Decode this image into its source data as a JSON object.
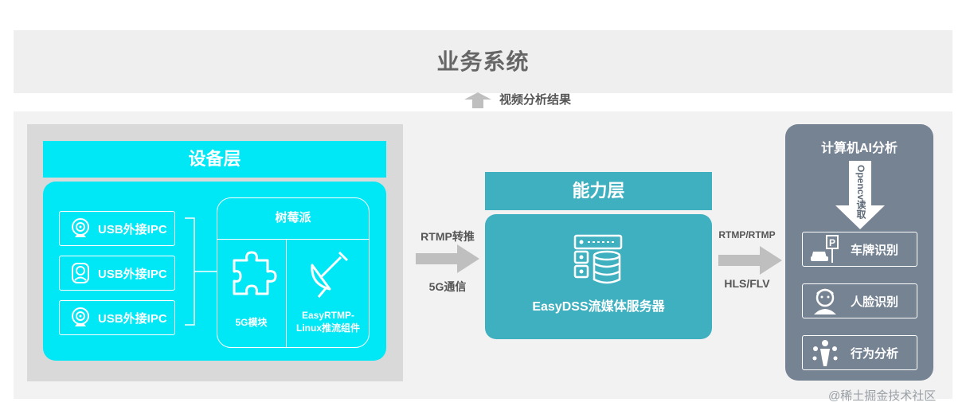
{
  "business": {
    "title": "业务系统"
  },
  "result_label": "视频分析结果",
  "device": {
    "title": "设备层",
    "usb_items": [
      "USB外接IPC",
      "USB外接IPC",
      "USB外接IPC"
    ],
    "rpi": {
      "title": "树莓派",
      "module_5g": "5G模块",
      "pusher_line1": "EasyRTMP-",
      "pusher_line2": "Linux推流组件"
    }
  },
  "flow1": {
    "top": "RTMP转推",
    "bottom": "5G通信"
  },
  "capability": {
    "title": "能力层",
    "server": "EasyDSS流媒体服务器"
  },
  "flow2": {
    "top": "RTMP/RTMP",
    "bottom": "HLS/FLV"
  },
  "ai": {
    "title": "计算机AI分析",
    "opencv": "Opencv读取",
    "items": [
      "车牌识别",
      "人脸识别",
      "行为分析"
    ]
  },
  "watermark": "@稀土掘金技术社区",
  "colors": {
    "cyan": "#00e7f5",
    "teal": "#3fb0bf",
    "slate": "#768393",
    "arrow": "#bfbfbf"
  },
  "icons": [
    "webcam-icon",
    "camera-icon",
    "puzzle-icon",
    "satellite-dish-icon",
    "server-database-icon",
    "license-plate-icon",
    "face-icon",
    "behavior-icon"
  ]
}
